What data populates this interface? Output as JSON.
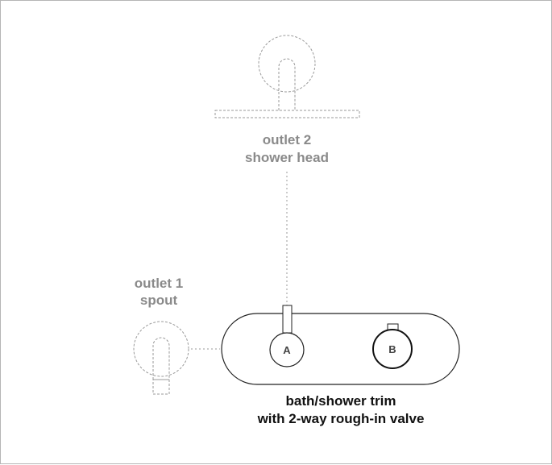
{
  "diagram": {
    "shower_head": {
      "label_line1": "outlet 2",
      "label_line2": "shower head"
    },
    "spout": {
      "label_line1": "outlet 1",
      "label_line2": "spout"
    },
    "trim": {
      "valve_a": "A",
      "valve_b": "B",
      "caption_line1": "bath/shower trim",
      "caption_line2": "with 2-way rough-in valve"
    },
    "colors": {
      "outlet_stroke": "#9a9a9a",
      "trim_stroke": "#222222",
      "outlet_label": "#8a8a8a",
      "caption": "#111111"
    }
  }
}
